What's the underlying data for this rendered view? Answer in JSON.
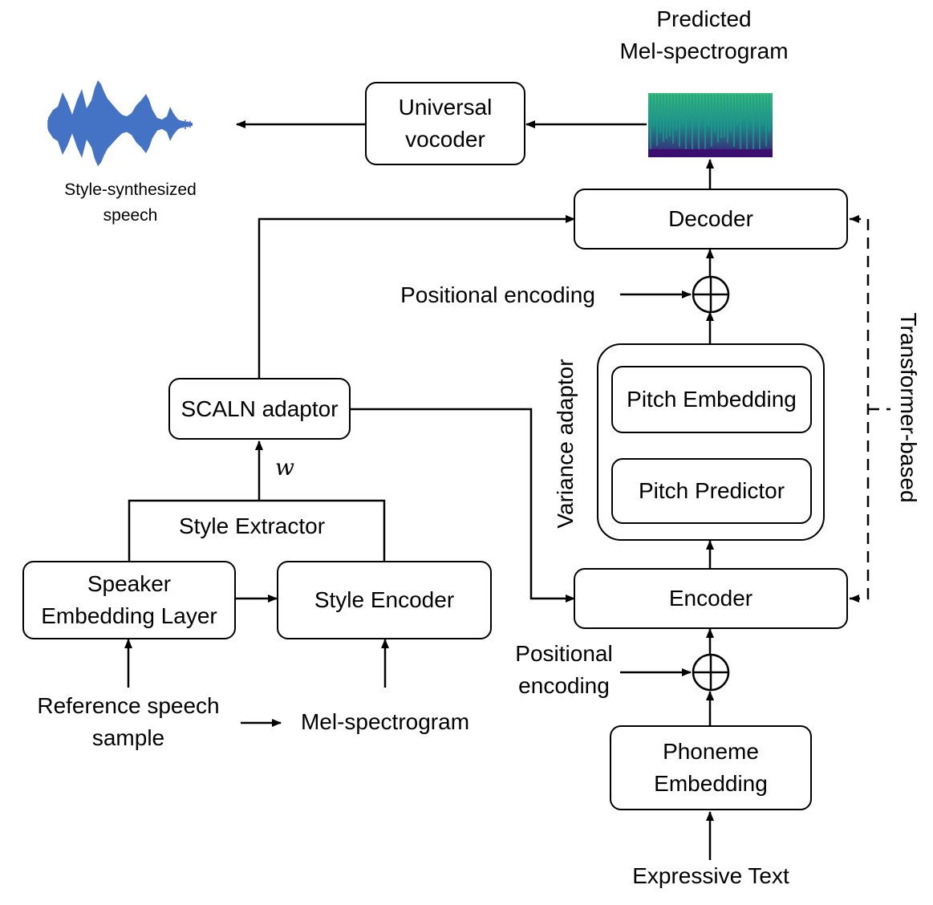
{
  "outputs": {
    "predicted_mel": "Predicted\nMel-spectrogram",
    "speech": "Style-synthesized\nspeech"
  },
  "blocks": {
    "vocoder": "Universal\nvocoder",
    "decoder": "Decoder",
    "pitch_embedding": "Pitch Embedding",
    "pitch_predictor": "Pitch Predictor",
    "encoder": "Encoder",
    "phoneme_embedding": "Phoneme\nEmbedding",
    "scaln": "SCALN adaptor",
    "speaker_embedding": "Speaker\nEmbedding Layer",
    "style_encoder": "Style Encoder"
  },
  "labels": {
    "positional_encoding_top": "Positional encoding",
    "positional_encoding_bottom": "Positional\nencoding",
    "variance_adaptor": "Variance adaptor",
    "transformer_based": "Transformer-based",
    "w": "w",
    "style_extractor": "Style Extractor",
    "reference_sample": "Reference speech\nsample",
    "mel_input": "Mel-spectrogram",
    "expressive_text": "Expressive Text"
  },
  "colors": {
    "waveform": "#4472c4",
    "spectrogram_bg": "#3b0f6f",
    "spectrogram_hi": "#2fbf71"
  }
}
